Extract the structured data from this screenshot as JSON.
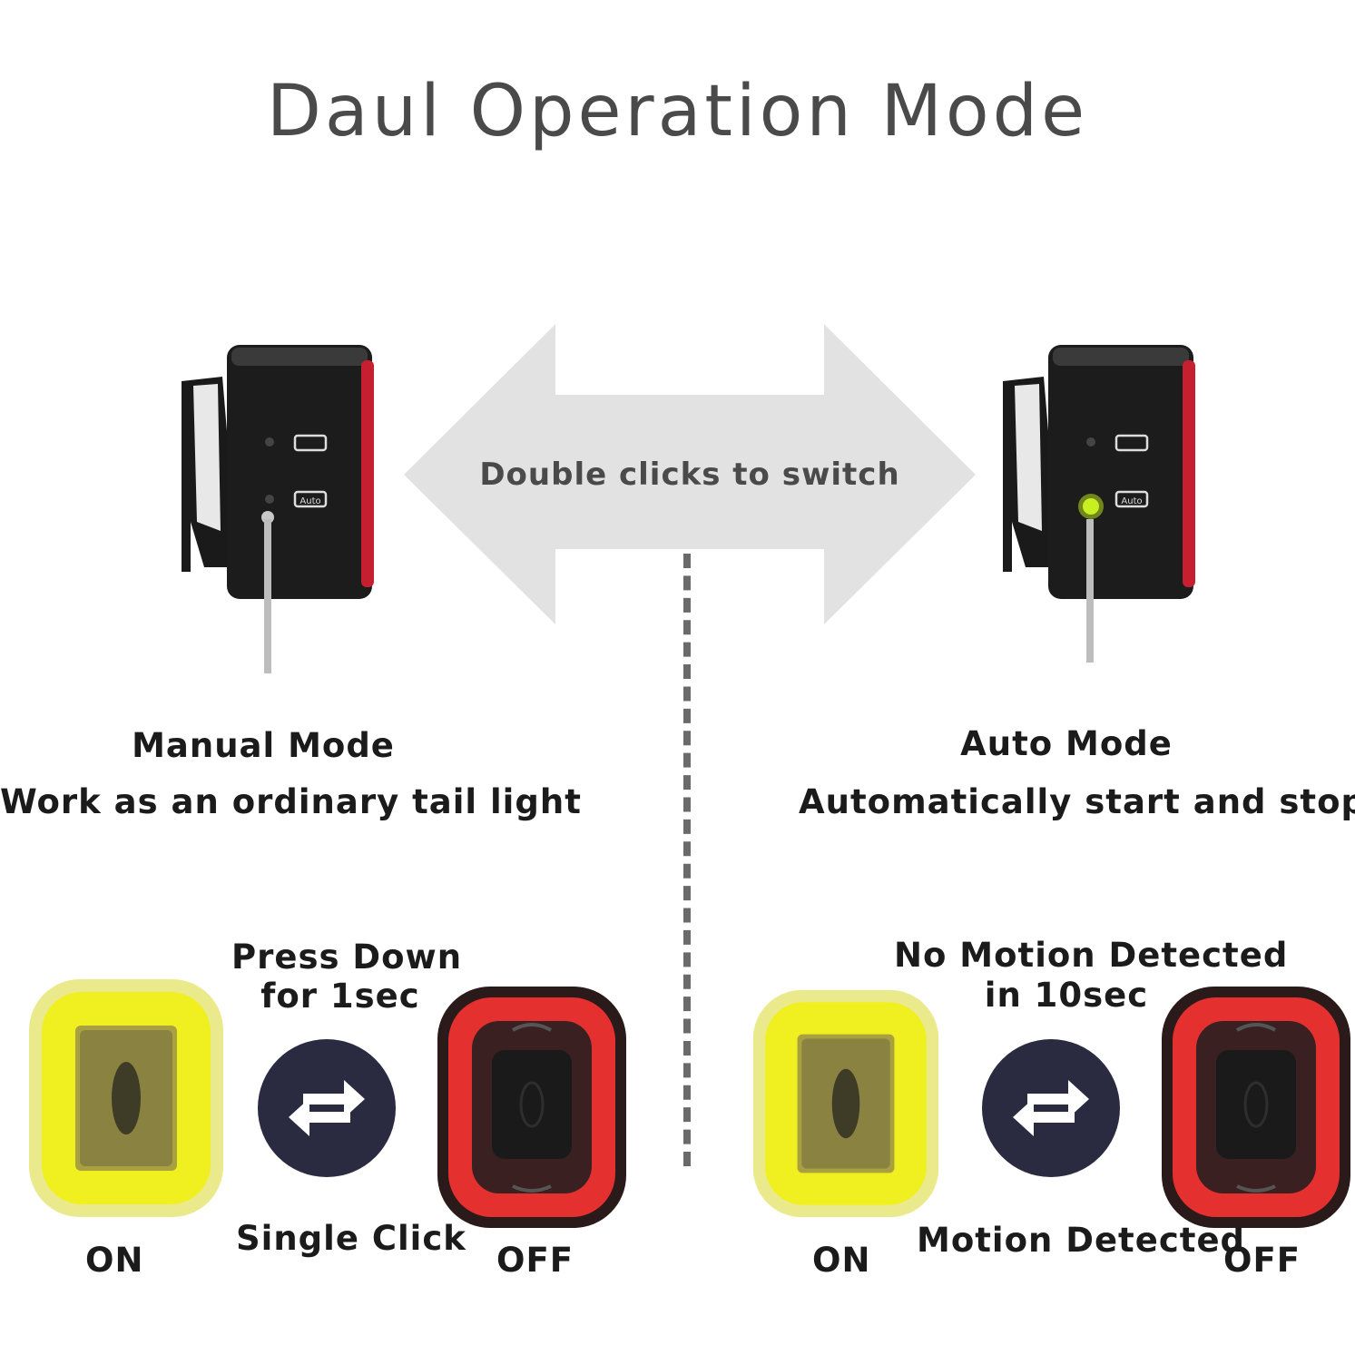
{
  "title": "Daul Operation Mode",
  "arrow": {
    "text": "Double clicks to switch",
    "color": "#e2e2e2"
  },
  "colors": {
    "indicator_auto": "#c8f020",
    "light_on": "#f0f020",
    "light_off": "#e53030",
    "swap": "#2a2a40"
  },
  "manual": {
    "heading": "Manual Mode",
    "description": "Work as an ordinary tail light",
    "top_action_line1": "Press Down",
    "top_action_line2": "for 1sec",
    "bottom_action": "Single Click",
    "on_label": "ON",
    "off_label": "OFF",
    "device_button_label": "Auto"
  },
  "auto": {
    "heading": "Auto Mode",
    "description": "Automatically start and stop",
    "top_action_line1": "No Motion Detected",
    "top_action_line2": "in 10sec",
    "bottom_action": "Motion Detected",
    "on_label": "ON",
    "off_label": "OFF",
    "device_button_label": "Auto"
  }
}
